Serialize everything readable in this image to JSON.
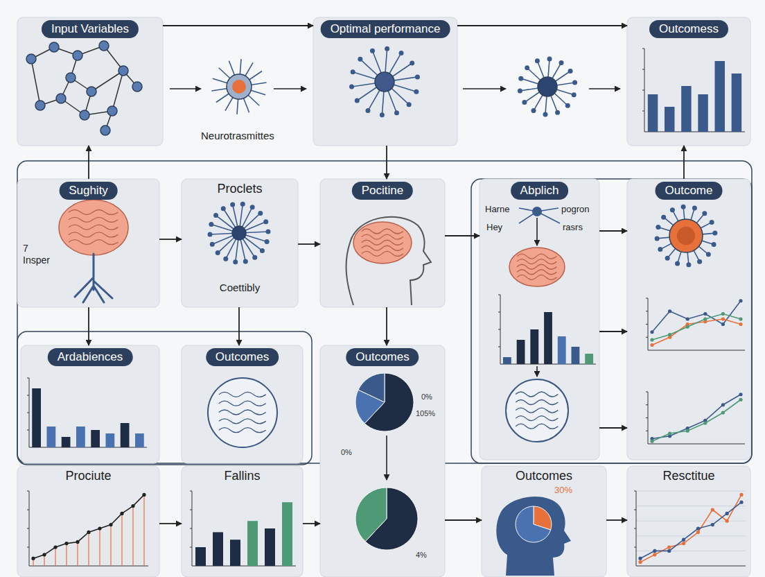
{
  "diagram": {
    "nodes": [
      {
        "text": [
          "Input Variables"
        ]
      },
      {
        "text": [
          "Optimal performance"
        ]
      },
      {
        "text": [
          "Outcomess"
        ]
      },
      {
        "text": [
          "Sughity",
          "7 Insper"
        ]
      },
      {
        "text": [
          "Proclets",
          "Coettibly"
        ]
      },
      {
        "text": [
          "Pocitine"
        ]
      },
      {
        "text": [
          "Abplich",
          "Harne",
          "pogron",
          "Hey",
          "rasrs"
        ]
      },
      {
        "text": [
          "Outcome"
        ]
      },
      {
        "text": [
          "Ardabiences"
        ]
      },
      {
        "text": [
          "Outcomes"
        ]
      },
      {
        "text": [
          "Outcomes"
        ]
      },
      {
        "text": [
          "Prociute"
        ]
      },
      {
        "text": [
          "Fallins"
        ]
      },
      {
        "text": [
          "Outcomes"
        ]
      },
      {
        "text": [
          "Resctitue"
        ]
      }
    ],
    "edges": [
      {
        "from": 0,
        "to": 1,
        "arrow": "to"
      },
      {
        "from": 1,
        "to": 2,
        "arrow": "to"
      },
      {
        "from": 3,
        "to": 0,
        "arrow": "to"
      },
      {
        "from": 7,
        "to": 2,
        "arrow": "to"
      },
      {
        "from": 1,
        "to": 5,
        "arrow": "to"
      },
      {
        "from": 3,
        "to": 4,
        "arrow": "to"
      },
      {
        "from": 4,
        "to": 5,
        "arrow": "to"
      },
      {
        "from": 5,
        "to": 6,
        "arrow": "to"
      },
      {
        "from": 6,
        "to": 7,
        "arrow": "to"
      },
      {
        "from": 6,
        "to": 7,
        "arrow": "to"
      },
      {
        "from": 6,
        "to": 7,
        "arrow": "to"
      },
      {
        "from": 3,
        "to": 8,
        "arrow": "to"
      },
      {
        "from": 4,
        "to": 9,
        "arrow": "to"
      },
      {
        "from": 5,
        "to": 10,
        "arrow": "to"
      },
      {
        "from": 11,
        "to": 12,
        "arrow": "to"
      },
      {
        "from": 12,
        "to": 10,
        "arrow": "to"
      },
      {
        "from": 10,
        "to": 13,
        "arrow": "to"
      },
      {
        "from": 13,
        "to": 14,
        "arrow": "to"
      }
    ],
    "labels": [
      "Neurotrasmittes",
      "0%",
      "105%",
      "0%",
      "4%",
      "30%"
    ]
  }
}
